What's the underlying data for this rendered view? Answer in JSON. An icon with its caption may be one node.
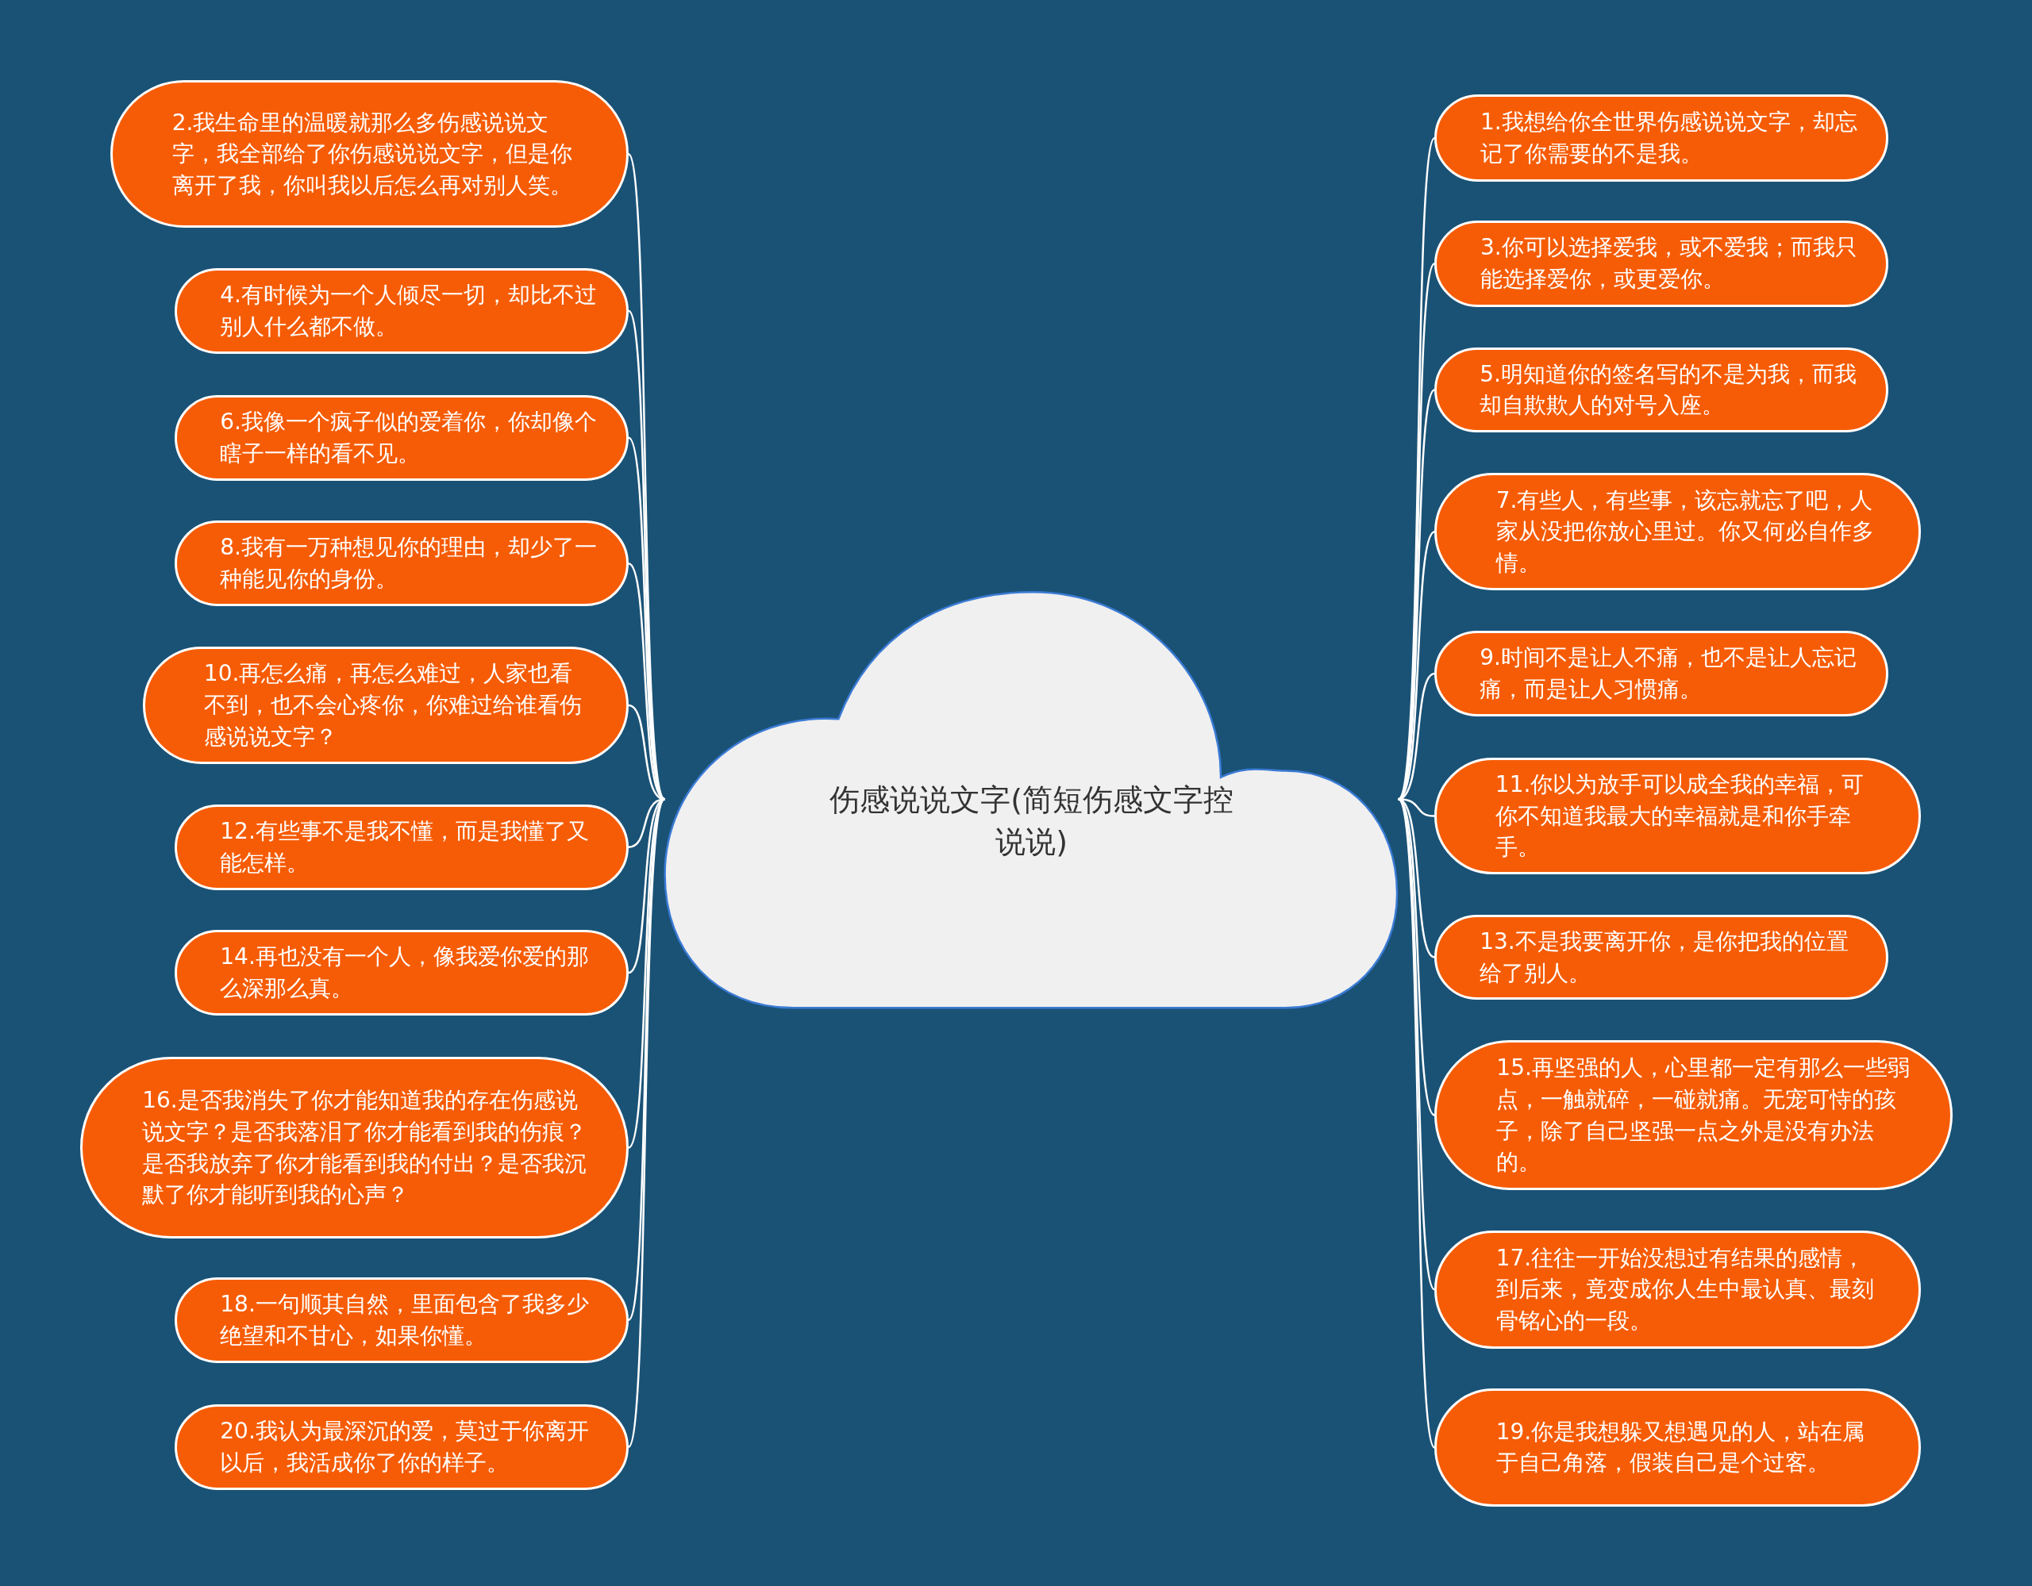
{
  "diagram": {
    "nodes": [
      {
        "text": [
          "伤感说说文字(简短伤感文字控说说)"
        ]
      },
      {
        "text": [
          "1.我想给你全世界伤感说说文字，却忘记了你需要的不是我。"
        ]
      },
      {
        "text": [
          "2.我生命里的温暖就那么多伤感说说文字，我全部给了你伤感说说文字，但是你离开了我，你叫我以后怎么再对别人笑。"
        ]
      },
      {
        "text": [
          "3.你可以选择爱我，或不爱我；而我只能选择爱你，或更爱你。"
        ]
      },
      {
        "text": [
          "4.有时候为一个人倾尽一切，却比不过别人什么都不做。"
        ]
      },
      {
        "text": [
          "5.明知道你的签名写的不是为我，而我却自欺欺人的对号入座。"
        ]
      },
      {
        "text": [
          "6.我像一个疯子似的爱着你，你却像个瞎子一样的看不见。"
        ]
      },
      {
        "text": [
          "7.有些人，有些事，该忘就忘了吧，人家从没把你放心里过。你又何必自作多情。"
        ]
      },
      {
        "text": [
          "8.我有一万种想见你的理由，却少了一种能见你的身份。"
        ]
      },
      {
        "text": [
          "9.时间不是让人不痛，也不是让人忘记痛，而是让人习惯痛。"
        ]
      },
      {
        "text": [
          "10.再怎么痛，再怎么难过，人家也看不到，也不会心疼你，你难过给谁看伤感说说文字？"
        ]
      },
      {
        "text": [
          "11.你以为放手可以成全我的幸福，可你不知道我最大的幸福就是和你手牵手。"
        ]
      },
      {
        "text": [
          "12.有些事不是我不懂，而是我懂了又能怎样。"
        ]
      },
      {
        "text": [
          "13.不是我要离开你，是你把我的位置给了别人。"
        ]
      },
      {
        "text": [
          "14.再也没有一个人，像我爱你爱的那么深那么真。"
        ]
      },
      {
        "text": [
          "15.再坚强的人，心里都一定有那么一些弱点，一触就碎，一碰就痛。无宠可恃的孩子，除了自己坚强一点之外是没有办法的。"
        ]
      },
      {
        "text": [
          "16.是否我消失了你才能知道我的存在伤感说说文字？是否我落泪了你才能看到我的伤痕？是否我放弃了你才能看到我的付出？是否我沉默了你才能听到我的心声？"
        ]
      },
      {
        "text": [
          "17.往往一开始没想过有结果的感情，到后来，竟变成你人生中最认真、最刻骨铭心的一段。"
        ]
      },
      {
        "text": [
          "18.一句顺其自然，里面包含了我多少绝望和不甘心，如果你懂。"
        ]
      },
      {
        "text": [
          "19.你是我想躲又想遇见的人，站在属于自己角落，假装自己是个过客。"
        ]
      },
      {
        "text": [
          "20.我认为最深沉的爱，莫过于你离开以后，我活成你了你的样子。"
        ]
      }
    ],
    "edges": [
      {
        "from": 0,
        "to": 1,
        "arrow": "none"
      },
      {
        "from": 0,
        "to": 2,
        "arrow": "none"
      },
      {
        "from": 0,
        "to": 3,
        "arrow": "none"
      },
      {
        "from": 0,
        "to": 4,
        "arrow": "none"
      },
      {
        "from": 0,
        "to": 5,
        "arrow": "none"
      },
      {
        "from": 0,
        "to": 6,
        "arrow": "none"
      },
      {
        "from": 0,
        "to": 7,
        "arrow": "none"
      },
      {
        "from": 0,
        "to": 8,
        "arrow": "none"
      },
      {
        "from": 0,
        "to": 9,
        "arrow": "none"
      },
      {
        "from": 0,
        "to": 10,
        "arrow": "none"
      },
      {
        "from": 0,
        "to": 11,
        "arrow": "none"
      },
      {
        "from": 0,
        "to": 12,
        "arrow": "none"
      },
      {
        "from": 0,
        "to": 13,
        "arrow": "none"
      },
      {
        "from": 0,
        "to": 14,
        "arrow": "none"
      },
      {
        "from": 0,
        "to": 15,
        "arrow": "none"
      },
      {
        "from": 0,
        "to": 16,
        "arrow": "none"
      },
      {
        "from": 0,
        "to": 17,
        "arrow": "none"
      },
      {
        "from": 0,
        "to": 18,
        "arrow": "none"
      },
      {
        "from": 0,
        "to": 19,
        "arrow": "none"
      },
      {
        "from": 0,
        "to": 20,
        "arrow": "none"
      }
    ]
  }
}
